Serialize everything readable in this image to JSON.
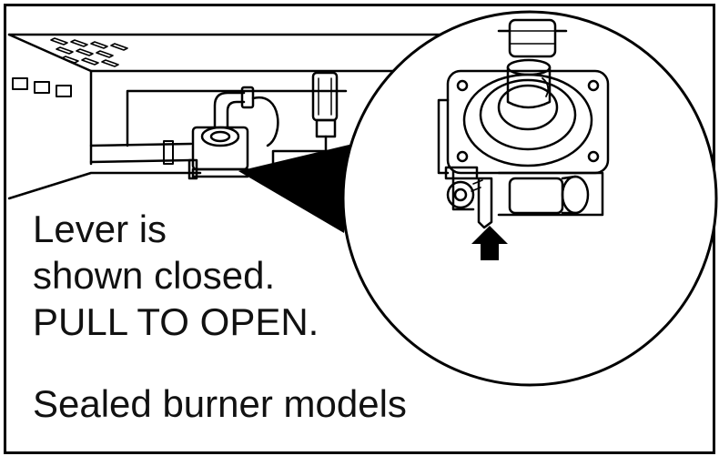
{
  "caption": {
    "line1": "Lever is",
    "line2": "shown closed.",
    "line3": "PULL TO OPEN.",
    "models": "Sealed burner models"
  },
  "icons": {
    "arrow": "up-arrow-icon",
    "valve": "gas-valve-icon",
    "lever": "valve-lever-icon"
  },
  "colors": {
    "ink": "#000000",
    "paper": "#ffffff"
  }
}
